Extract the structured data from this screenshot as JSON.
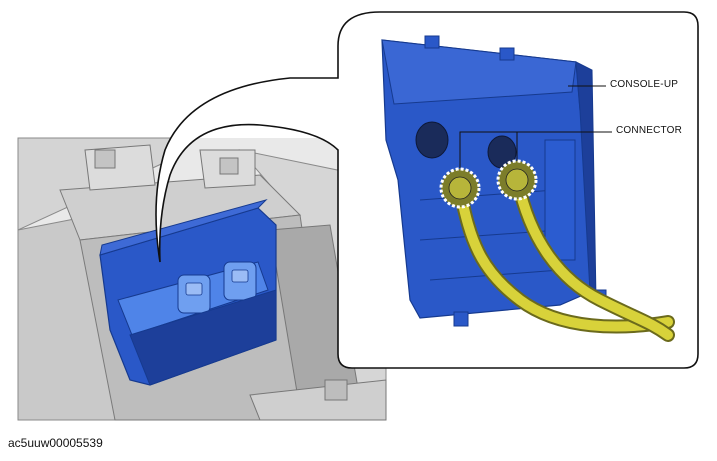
{
  "labels": {
    "console_up": "CONSOLE-UP",
    "connector": "CONNECTOR"
  },
  "figure_id": "ac5uuw00005539",
  "colors": {
    "part_blue": "#2a58c8",
    "part_blue_dark": "#1d3f9a",
    "harness_yellow": "#d8d23a",
    "gray_light": "#d9d9d9",
    "gray_mid": "#b8b8b8",
    "gray_dark": "#8a8a8a"
  }
}
